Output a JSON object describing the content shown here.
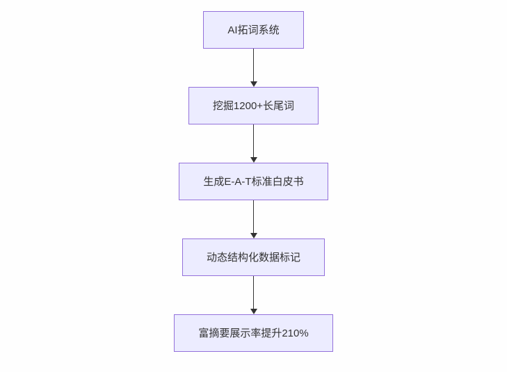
{
  "diagram": {
    "type": "flowchart",
    "direction": "top-down",
    "nodes": [
      {
        "label": "AI拓词系统"
      },
      {
        "label": "挖掘1200+长尾词"
      },
      {
        "label": "生成E-A-T标准白皮书"
      },
      {
        "label": "动态结构化数据标记"
      },
      {
        "label": "富摘要展示率提升210%"
      }
    ],
    "edges": [
      {
        "from": 0,
        "to": 1
      },
      {
        "from": 1,
        "to": 2
      },
      {
        "from": 2,
        "to": 3
      },
      {
        "from": 3,
        "to": 4
      }
    ],
    "colors": {
      "node_fill": "#ececff",
      "node_border": "#9370db",
      "arrow": "#333333",
      "text": "#333333",
      "background": "#fefefe"
    }
  }
}
